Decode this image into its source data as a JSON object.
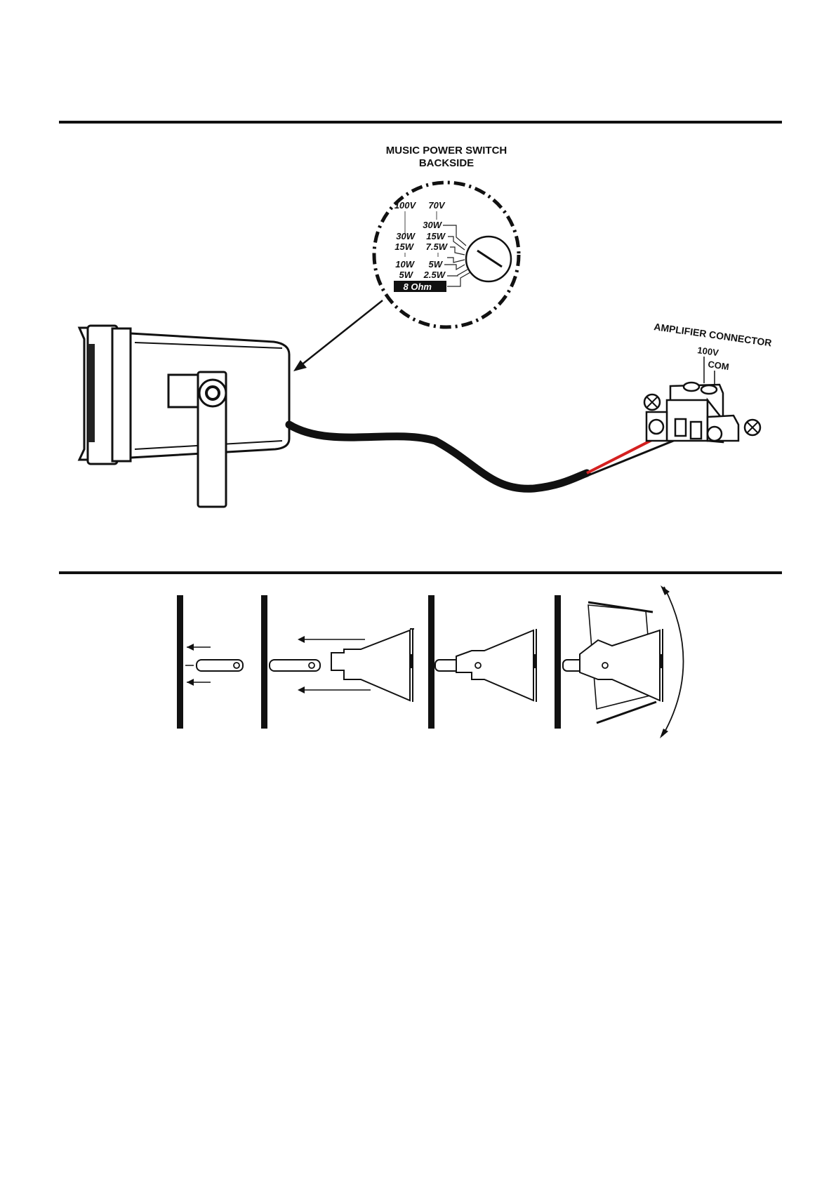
{
  "wiring_diagram": {
    "switch_title_line1": "MUSIC POWER SWITCH",
    "switch_title_line2": "BACKSIDE",
    "switch_table": {
      "col_100v": "100V",
      "col_70v": "70V",
      "rows": [
        {
          "left": "",
          "right": "30W"
        },
        {
          "left": "30W",
          "right": "15W"
        },
        {
          "left": "15W",
          "right": "7.5W"
        },
        {
          "left": "10W",
          "right": "5W"
        },
        {
          "left": "5W",
          "right": "2.5W"
        }
      ],
      "bottom_setting": "8 Ohm"
    },
    "amplifier_connector": {
      "title": "AMPLIFIER CONNECTOR",
      "terminal_1": "100V",
      "terminal_2": "COM"
    },
    "wire_colors": {
      "red": "#d42020",
      "black": "#111111"
    }
  },
  "mounting_steps": {
    "step_count_shown": 4
  }
}
